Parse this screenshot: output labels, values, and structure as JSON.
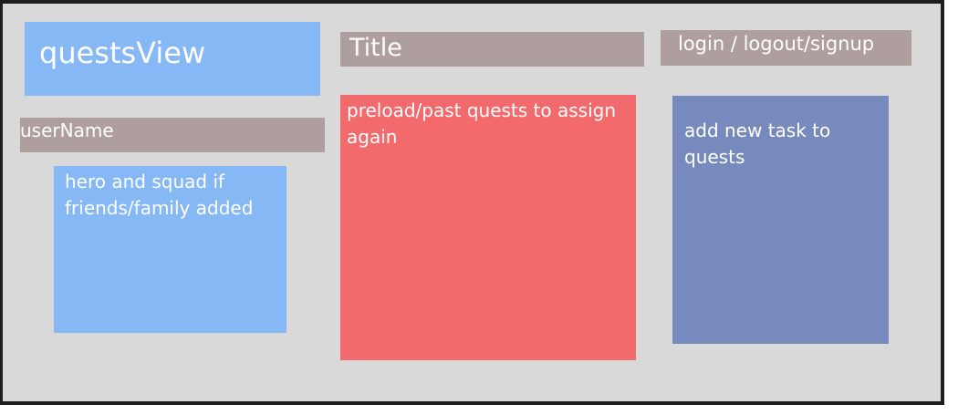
{
  "wireframe": {
    "quests_view": "questsView",
    "title": "Title",
    "auth": "login / logout/signup",
    "user_name": "userName",
    "hero_squad": "hero and squad if friends/family added",
    "preload_quests": "preload/past quests to assign again",
    "add_task": "add new task to quests"
  },
  "colors": {
    "frame_bg": "#d9d9d9",
    "frame_border": "#1e1e1e",
    "light_blue": "#86b8f5",
    "gray_bar": "#ae9f9e",
    "red": "#f36a6d",
    "slate_blue": "#778abd",
    "text": "#ffffff"
  }
}
